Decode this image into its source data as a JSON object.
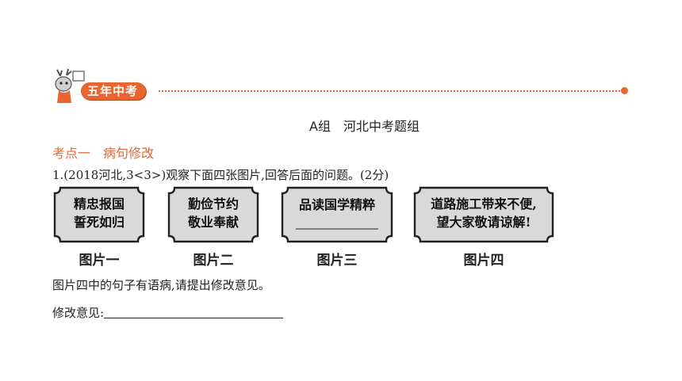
{
  "header": {
    "tag": "五年中考"
  },
  "group_title": "A组　河北中考题组",
  "section_title": "考点一　病句修改",
  "question": "1.(2018河北,3<3>)观察下面四张图片,回答后面的问题。(2分)",
  "signs": [
    {
      "line1": "精忠报国",
      "line2": "誓死如归",
      "caption": "图片一"
    },
    {
      "line1": "勤俭节约",
      "line2": "敬业奉献",
      "caption": "图片二"
    },
    {
      "line1": "品读国学精粹",
      "line2": "",
      "caption": "图片三"
    },
    {
      "line1": "道路施工带来不便,",
      "line2": "望大家敬请谅解!",
      "caption": "图片四"
    }
  ],
  "note": "图片四中的句子有语病,请提出修改意见。",
  "answer_label": "修改意见:",
  "colors": {
    "accent": "#e8652f",
    "sign_fill": "#d9d9d9",
    "sign_border": "#222222"
  }
}
